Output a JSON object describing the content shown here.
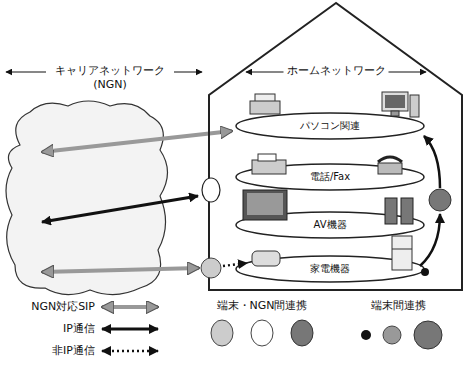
{
  "diagram": {
    "nodes": [
      {
        "text": [
          "ホームネットワーク"
        ]
      },
      {
        "text": [
          "パソコン関連"
        ],
        "in": 0
      },
      {
        "text": [
          "電話/Fax"
        ],
        "in": 0
      },
      {
        "text": [
          "AV機器"
        ],
        "in": 0
      },
      {
        "text": [
          "家電機器"
        ],
        "in": 0
      }
    ],
    "labels": [
      "キャリアネットワーク (NGN)"
    ],
    "legend": [
      {
        "text": "NGN対応SIP"
      },
      {
        "text": "IP通信"
      },
      {
        "text": "非IP通信"
      },
      {
        "text": "端末・NGN間連携"
      },
      {
        "text": "端末間連携"
      }
    ]
  }
}
